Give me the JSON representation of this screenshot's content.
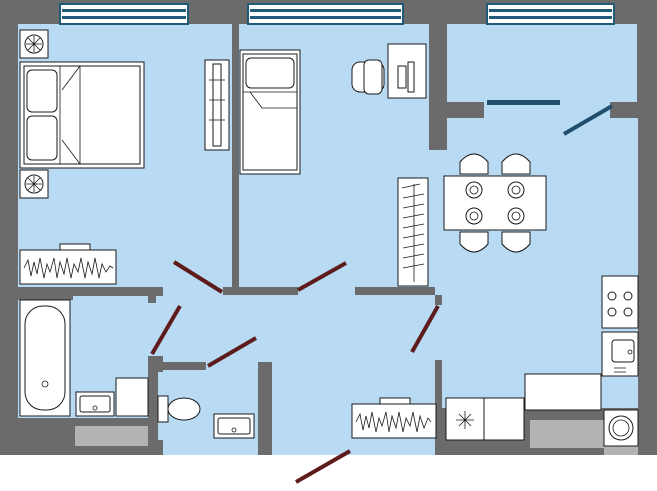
{
  "plan": {
    "colors": {
      "wall": "#6b6b6b",
      "floor": "#b8daf2",
      "window_glass": "#1f5a78",
      "door_swing": "#5e1b1b",
      "furniture_line": "#1a1a1a",
      "balcony_rail": "#1f4e6e"
    },
    "rooms": [
      {
        "id": "bedroom",
        "icons": [
          "double-bed-icon",
          "nightstand-fan-icon",
          "wardrobe-icon",
          "radiator-icon"
        ]
      },
      {
        "id": "kids-room",
        "icons": [
          "single-bed-icon",
          "desk-chair-icon",
          "shelf-icon"
        ]
      },
      {
        "id": "living-kitchen",
        "icons": [
          "dining-table-icon",
          "dining-chair-icon",
          "stove-icon",
          "sink-icon",
          "fridge-icon"
        ]
      },
      {
        "id": "hallway",
        "icons": [
          "wardrobe-icon",
          "radiator-icon"
        ]
      },
      {
        "id": "bathroom",
        "icons": [
          "bathtub-icon",
          "washbasin-icon",
          "washing-machine-icon"
        ]
      },
      {
        "id": "toilet",
        "icons": [
          "toilet-icon",
          "washbasin-icon"
        ]
      }
    ]
  }
}
